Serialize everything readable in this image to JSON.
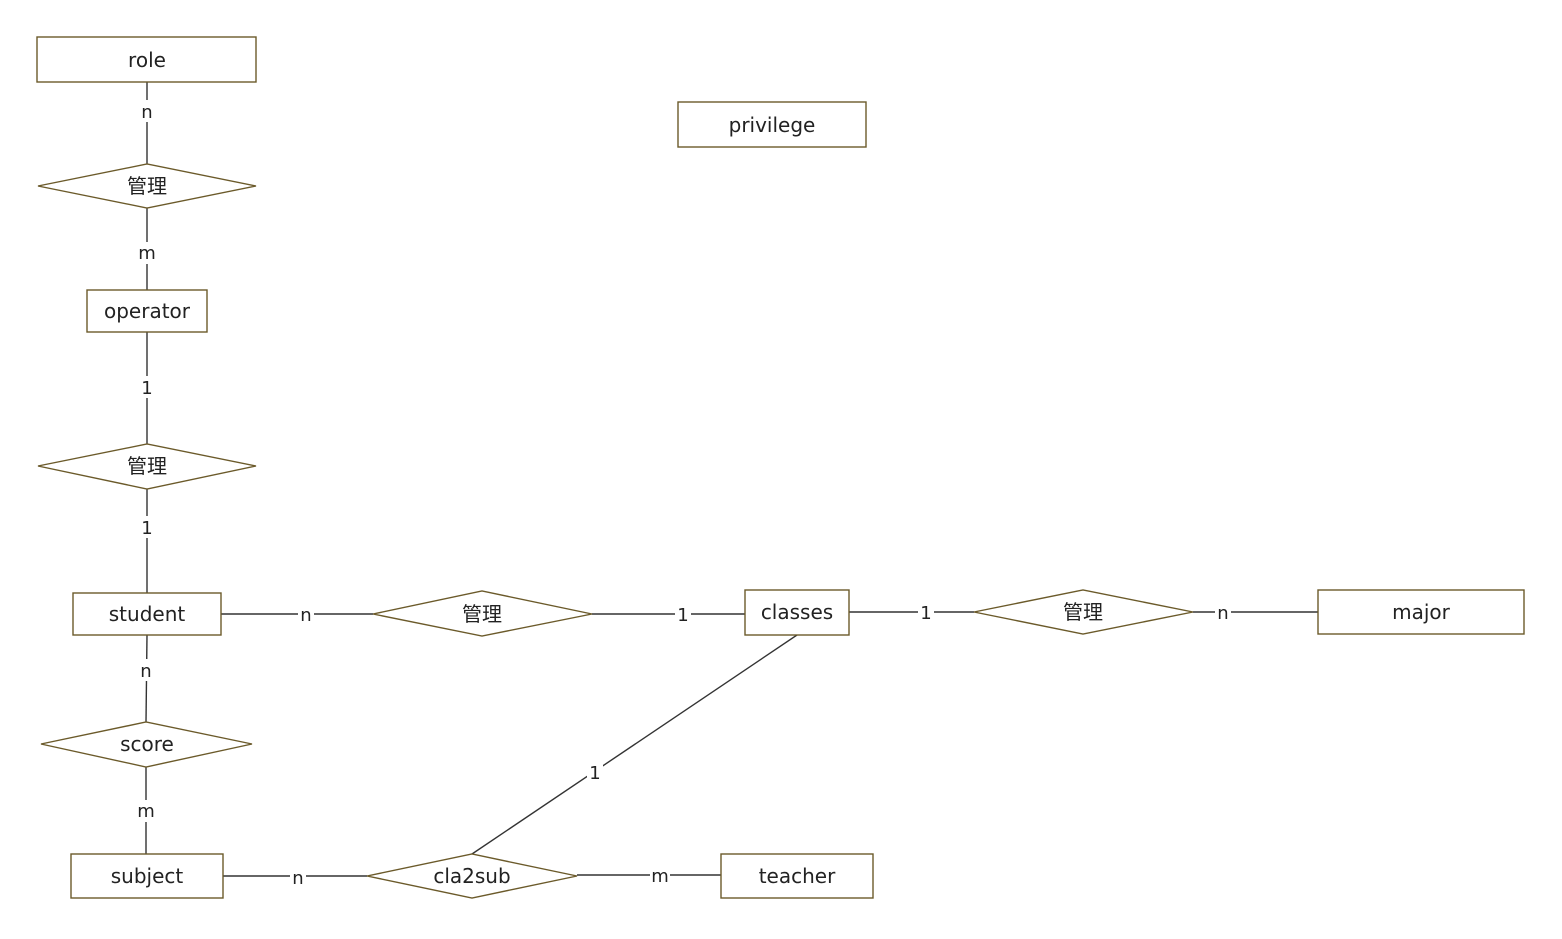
{
  "colors": {
    "node_stroke": "#6b5a2a",
    "edge_stroke": "#333333",
    "background": "#ffffff"
  },
  "entities": {
    "role": "role",
    "privilege": "privilege",
    "operator": "operator",
    "student": "student",
    "classes": "classes",
    "major": "major",
    "subject": "subject",
    "teacher": "teacher"
  },
  "relationships": {
    "role_operator": "管理",
    "operator_student": "管理",
    "student_classes": "管理",
    "classes_major": "管理",
    "score": "score",
    "cla2sub": "cla2sub"
  },
  "cardinalities": {
    "role_side": "n",
    "operator_role_side": "m",
    "operator_student_op_side": "1",
    "operator_student_st_side": "1",
    "student_classes_st_side": "n",
    "student_classes_cl_side": "1",
    "classes_major_cl_side": "1",
    "classes_major_mj_side": "n",
    "student_score_side": "n",
    "subject_score_side": "m",
    "subject_cla2sub_side": "n",
    "classes_cla2sub_side": "1",
    "teacher_cla2sub_side": "m"
  }
}
